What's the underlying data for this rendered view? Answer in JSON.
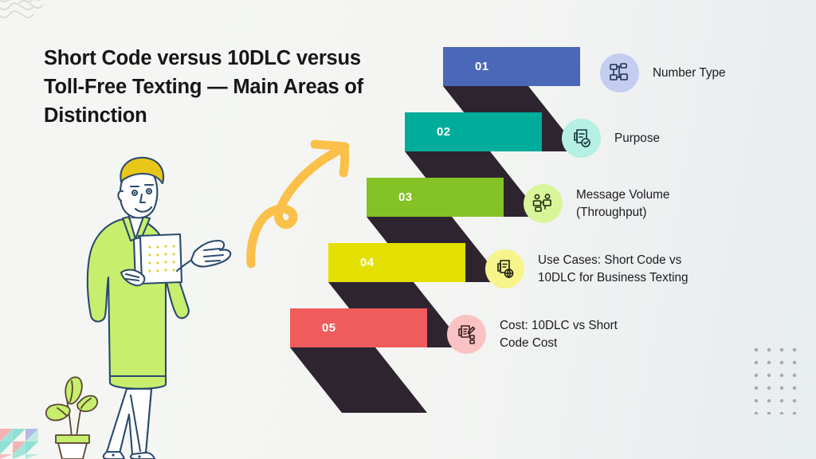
{
  "title": "Short Code versus 10DLC versus Toll-Free Texting — Main Areas of Distinction",
  "background": {
    "base_color": "#f4f5f3",
    "accent_right": "#e8edee"
  },
  "decorations": [
    {
      "name": "wave-lines",
      "position": "top-left",
      "color": "#c9cccb"
    },
    {
      "name": "dot-grid",
      "position": "bottom-right",
      "color": "#8e9196"
    },
    {
      "name": "triangle-pattern",
      "position": "bottom-left",
      "colors": [
        "#f3b3b3",
        "#8fe0d4",
        "#b6b9e4"
      ]
    }
  ],
  "illustration": {
    "person": {
      "name": "presenter-illustration",
      "shirt_color": "#c8ee6e",
      "hair_color": "#e8c718",
      "line_color": "#2b4a6f",
      "clipboard_color": "#ffffff"
    },
    "plant": {
      "name": "potted-plant-illustration",
      "leaf_color": "#c8ee6e",
      "pot_color": "#ffffff",
      "line_color": "#5a4632"
    },
    "arrow": {
      "name": "curved-arrow",
      "color": "#fbc04a"
    }
  },
  "ribbon": {
    "fold_color": "#2e2430",
    "steps": [
      {
        "number": "01",
        "color": "#4a67b8",
        "label": "Number Type",
        "bubble_color": "#c3cdf0",
        "icon": "sitemap-icon",
        "icon_color": "#22314f"
      },
      {
        "number": "02",
        "color": "#00ad9b",
        "label": "Purpose",
        "bubble_color": "#b6efe4",
        "icon": "document-check-icon",
        "icon_color": "#14323a"
      },
      {
        "number": "03",
        "color": "#84c226",
        "label": "Message Volume\n(Throughput)",
        "bubble_color": "#d9f59a",
        "icon": "people-chat-icon",
        "icon_color": "#1d2a12"
      },
      {
        "number": "04",
        "color": "#e3e000",
        "label": "Use Cases: Short Code vs\n10DLC for Business Texting",
        "bubble_color": "#f6f48a",
        "icon": "document-globe-icon",
        "icon_color": "#1f1f10"
      },
      {
        "number": "05",
        "color": "#f05c5c",
        "label": "Cost: 10DLC vs Short\nCode Cost",
        "bubble_color": "#f9c3c3",
        "icon": "document-edit-icon",
        "icon_color": "#3c1f1f"
      }
    ]
  }
}
